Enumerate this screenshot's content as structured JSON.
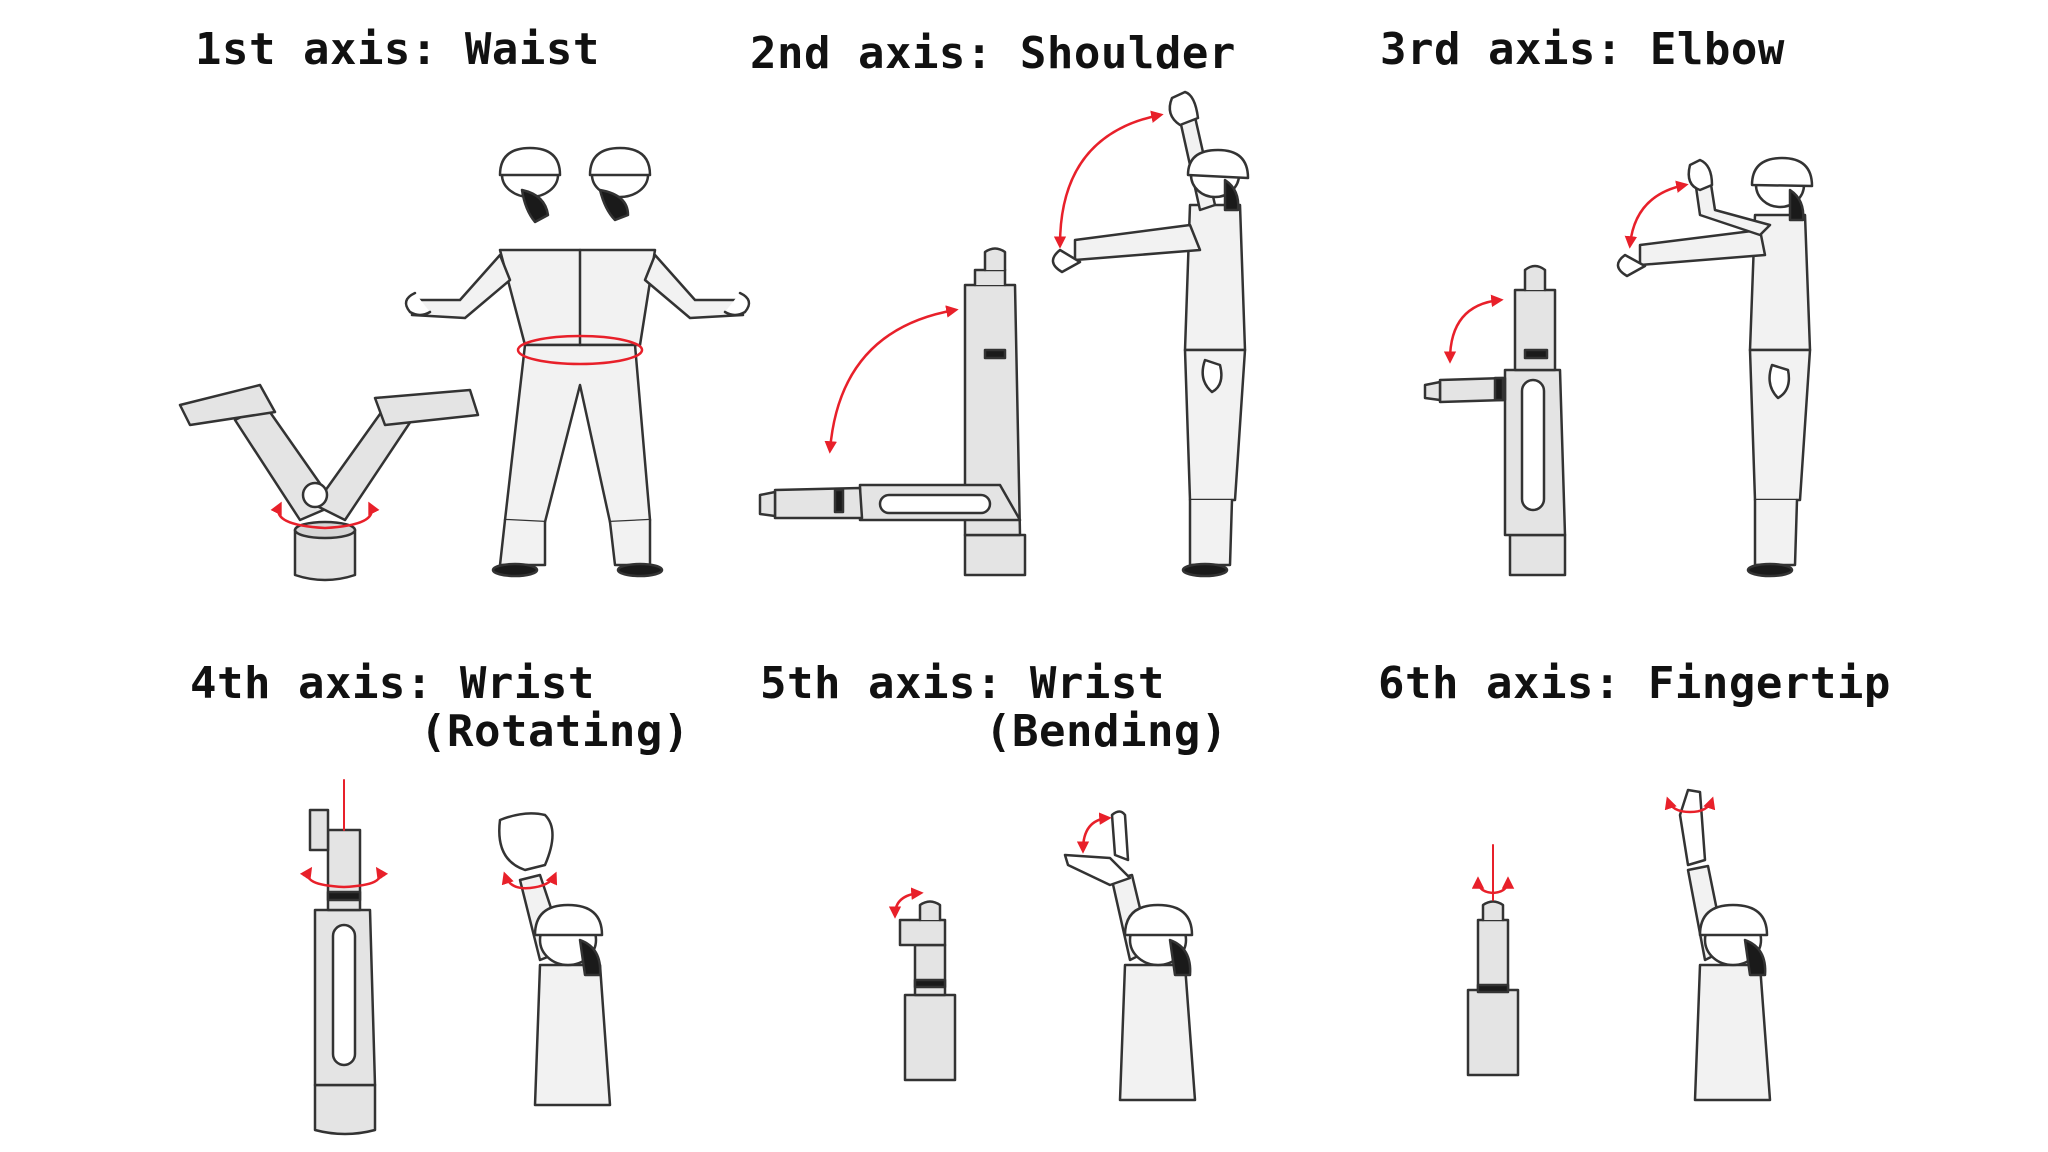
{
  "colors": {
    "outline": "#333333",
    "robot_fill": "#e4e4e4",
    "worker_fill": "#f2f2f2",
    "skin": "#ffffff",
    "hair": "#1a1a1a",
    "arrow": "#e8202a"
  },
  "panels": [
    {
      "id": "axis1",
      "title": "1st axis: Waist",
      "subtitle": ""
    },
    {
      "id": "axis2",
      "title": "2nd axis: Shoulder",
      "subtitle": ""
    },
    {
      "id": "axis3",
      "title": "3rd axis: Elbow",
      "subtitle": ""
    },
    {
      "id": "axis4",
      "title": "4th axis: Wrist",
      "subtitle": "(Rotating)"
    },
    {
      "id": "axis5",
      "title": "5th axis: Wrist",
      "subtitle": "(Bending)"
    },
    {
      "id": "axis6",
      "title": "6th axis: Fingertip",
      "subtitle": ""
    }
  ]
}
